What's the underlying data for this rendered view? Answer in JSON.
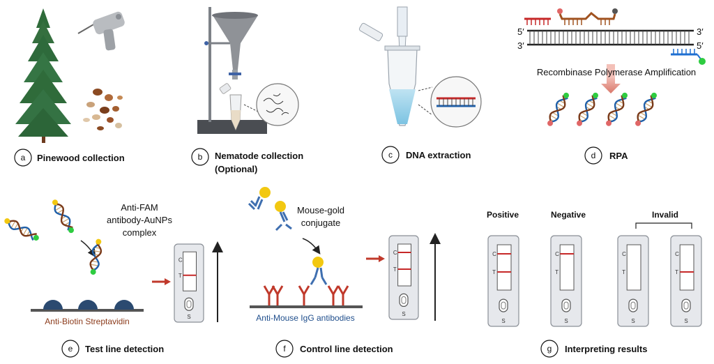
{
  "steps": [
    {
      "letter": "a",
      "title": "Pinewood collection"
    },
    {
      "letter": "b",
      "title": "Nematode collection",
      "subtitle": "(Optional)"
    },
    {
      "letter": "c",
      "title": "DNA extraction"
    },
    {
      "letter": "d",
      "title": "RPA"
    },
    {
      "letter": "e",
      "title": "Test line detection"
    },
    {
      "letter": "f",
      "title": "Control line detection"
    },
    {
      "letter": "g",
      "title": "Interpreting results"
    }
  ],
  "rpa": {
    "label": "Recombinase Polymerase Amplification",
    "five_prime": "5′",
    "three_prime": "3′"
  },
  "test_line": {
    "complex_label": [
      "Anti-FAM",
      "antibody-AuNPs",
      "complex"
    ],
    "surface_label": "Anti-Biotin Streptavidin"
  },
  "control_line": {
    "conjugate_label": [
      "Mouse-gold",
      "conjugate"
    ],
    "surface_label": "Anti-Mouse IgG antibodies"
  },
  "strip_labels": {
    "c": "C",
    "t": "T",
    "s": "S"
  },
  "results": {
    "positive": "Positive",
    "negative": "Negative",
    "invalid": "Invalid"
  },
  "colors": {
    "red_line": "#c62828",
    "blue_text": "#1f4e8c",
    "brown_text": "#8b3a1a",
    "arrow_red": "#c0392b",
    "strip_body": "#e6e8ec"
  }
}
